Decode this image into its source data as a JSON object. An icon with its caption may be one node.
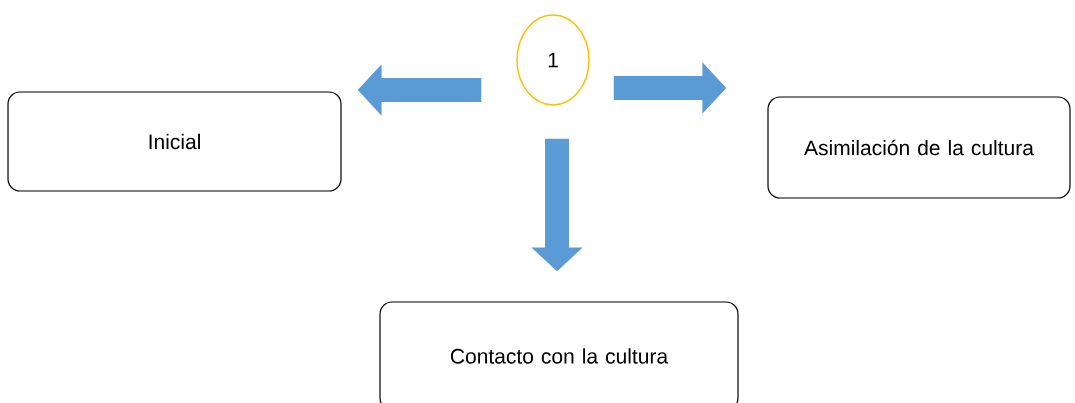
{
  "diagram": {
    "nodes": [
      {
        "text": [
          "1"
        ]
      },
      {
        "text": [
          "Inicial"
        ]
      },
      {
        "text": [
          "Asimilación de la cultura"
        ]
      },
      {
        "text": [
          "Contacto con la cultura"
        ]
      }
    ],
    "edges": [
      {
        "from": 0,
        "to": 1,
        "arrow": "to"
      },
      {
        "from": 0,
        "to": 2,
        "arrow": "to"
      },
      {
        "from": 0,
        "to": 3,
        "arrow": "to"
      }
    ]
  }
}
